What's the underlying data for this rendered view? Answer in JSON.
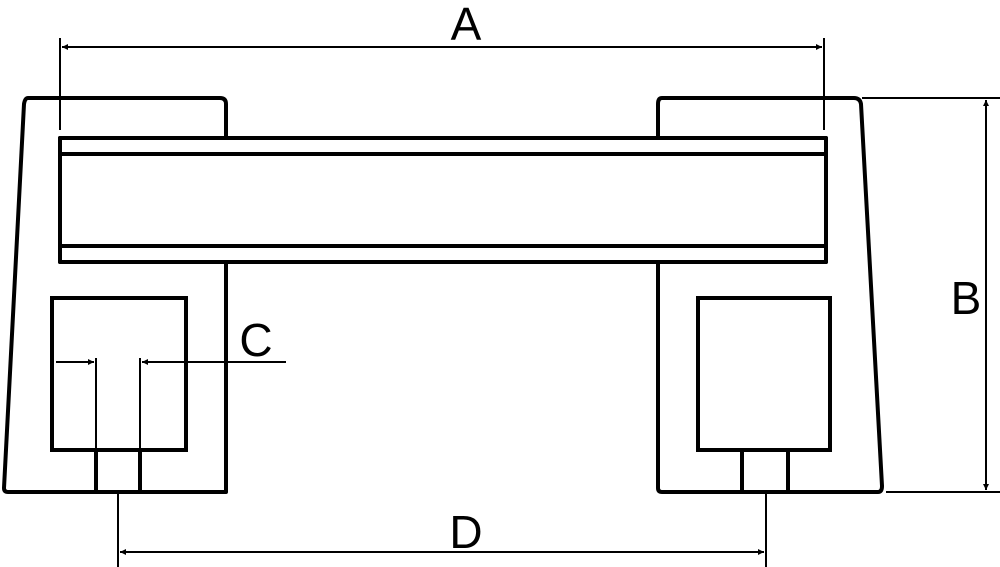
{
  "drawing": {
    "labels": {
      "a": "A",
      "b": "B",
      "c": "C",
      "d": "D"
    },
    "colors": {
      "ink": "#000000",
      "paper": "#ffffff"
    }
  }
}
